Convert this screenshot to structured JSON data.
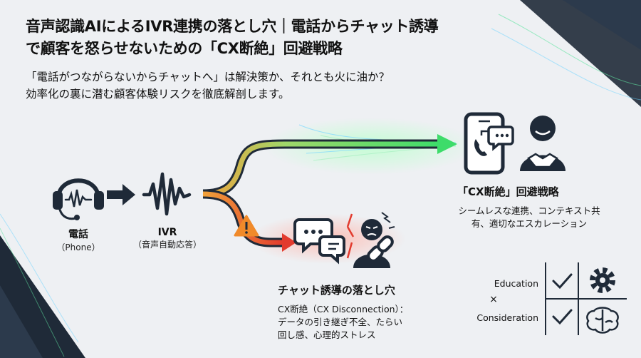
{
  "header": {
    "title_line1": "音声認識AIによるIVR連携の落とし穴｜電話からチャット誘導",
    "title_line2": "で顧客を怒らせないための「CX断絶」回避戦略",
    "subtitle_line1": "「電話がつながらないからチャットへ」は解決策か、それとも火に油か？",
    "subtitle_line2": "効率化の裏に潜む顧客体験リスクを徹底解剖します。"
  },
  "nodes": {
    "phone": {
      "label": "電話",
      "sub": "（Phone）",
      "icon": "headset-icon"
    },
    "ivr": {
      "label": "IVR",
      "sub": "（音声自動応答）",
      "icon": "waveform-icon"
    }
  },
  "strategy": {
    "title": "「CX断絶」回避戦略",
    "desc_line1": "シームレスな連携、コンテキスト共",
    "desc_line2": "有、適切なエスカレーション",
    "icons": [
      "smartphone-chat-icon",
      "person-handshake-icon"
    ]
  },
  "pitfall": {
    "title": "チャット誘導の落とし穴",
    "desc_line1": "CX断絶（CX Disconnection）：",
    "desc_line2": "データの引き継ぎ不全、たらい",
    "desc_line3": "回し感、心理的ストレス",
    "icons": [
      "warning-icon",
      "chat-bubbles-icon",
      "broken-link-icon",
      "angry-person-icon"
    ]
  },
  "legend": {
    "education": "Education",
    "times": "×",
    "consideration": "Consideration",
    "icons": [
      "checkbox-check-icon",
      "gear-icon",
      "brain-icon"
    ]
  },
  "colors": {
    "dark": "#1f2a38",
    "green": "#3ddc6a",
    "orange": "#f0a23a",
    "red": "#e23b2e",
    "bg": "#eef0f3"
  }
}
